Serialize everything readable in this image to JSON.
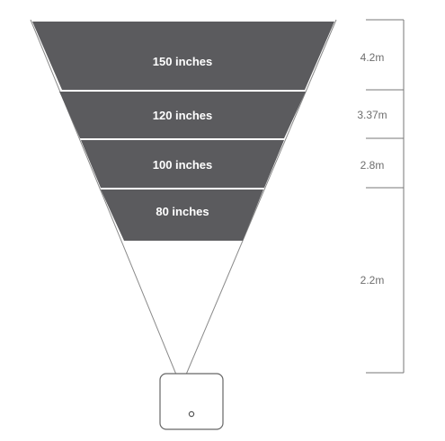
{
  "screens": [
    {
      "id": "150",
      "label": "150 inches"
    },
    {
      "id": "120",
      "label": "120 inches"
    },
    {
      "id": "100",
      "label": "100 inches"
    },
    {
      "id": "80",
      "label": "80 inches"
    }
  ],
  "distances": [
    {
      "id": "150",
      "label": "4.2m"
    },
    {
      "id": "120",
      "label": "3.37m"
    },
    {
      "id": "100",
      "label": "2.8m"
    },
    {
      "id": "80",
      "label": "2.2m"
    }
  ],
  "colors": {
    "screen_fill": "#5b5b5e",
    "beam_line": "#888888",
    "bracket": "#777777",
    "projector_outline": "#666666"
  }
}
